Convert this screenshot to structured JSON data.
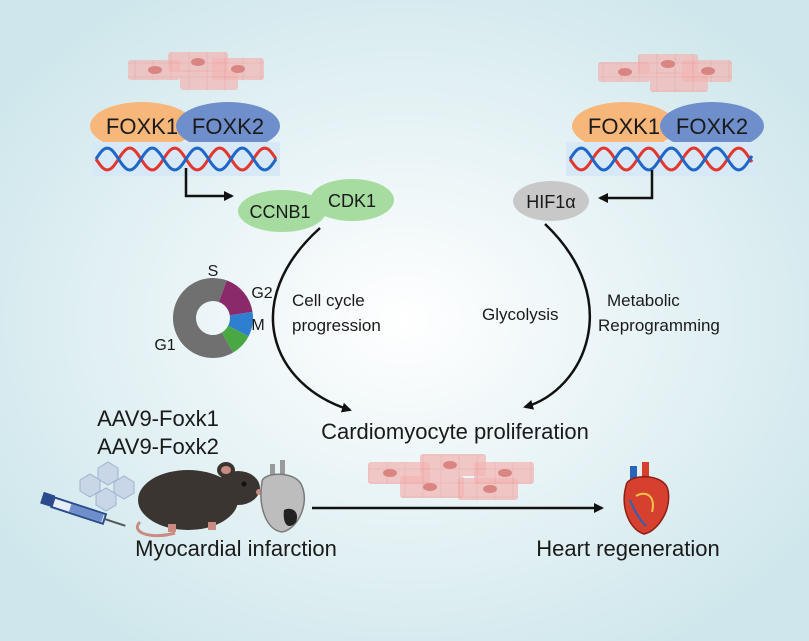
{
  "left_complex": {
    "tf1": "FOXK1",
    "tf2": "FOXK2"
  },
  "right_complex": {
    "tf1": "FOXK1",
    "tf2": "FOXK2"
  },
  "targets": {
    "ccnb1": "CCNB1",
    "cdk1": "CDK1",
    "hif1a": "HIF1α"
  },
  "cell_cycle": {
    "label_line1": "Cell cycle",
    "label_line2": "progression",
    "phases": [
      {
        "name": "S",
        "fraction": 0.17,
        "color": "#8b2a6a"
      },
      {
        "name": "G2",
        "fraction": 0.1,
        "color": "#2f7fd1"
      },
      {
        "name": "M",
        "fraction": 0.09,
        "color": "#4aa844"
      },
      {
        "name": "G1",
        "fraction": 0.64,
        "color": "#707070"
      }
    ]
  },
  "metabolic": {
    "glycolysis": "Glycolysis",
    "label_line1": "Metabolic",
    "label_line2": "Reprogramming"
  },
  "outcome": "Cardiomyocyte proliferation",
  "treatment": {
    "line1": "AAV9-Foxk1",
    "line2": "AAV9-Foxk2"
  },
  "condition": "Myocardial infarction",
  "result": "Heart regeneration",
  "colors": {
    "foxk1": "#f8b77a",
    "foxk2": "#6f8fcc",
    "target": "#a6dca0",
    "hif": "#c8c8c8",
    "dna_red": "#e2362f",
    "dna_blue": "#1e66c8",
    "cell": "#efaaa8"
  }
}
